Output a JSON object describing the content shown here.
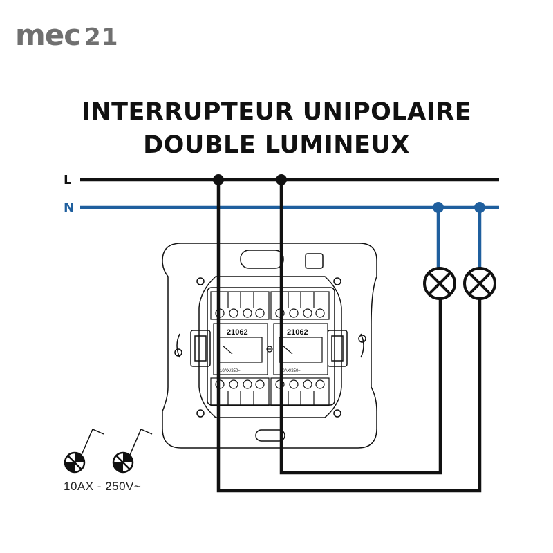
{
  "brand": {
    "name": "mec",
    "number": "21"
  },
  "title": {
    "line1": "INTERRUPTEUR UNIPOLAIRE",
    "line2": "DOUBLE LUMINEUX"
  },
  "lines": {
    "phase_label": "L",
    "neutral_label": "N",
    "phase_color": "#111111",
    "neutral_color": "#1f5f9e"
  },
  "switches": [
    {
      "code": "21062",
      "rating": "10AX/250≈"
    },
    {
      "code": "21062",
      "rating": "10AX/250≈"
    }
  ],
  "legend": {
    "rating": "10AX - 250V~"
  },
  "icons": {
    "lamp": "lamp-icon",
    "indicator": "indicator-lamp-icon"
  }
}
